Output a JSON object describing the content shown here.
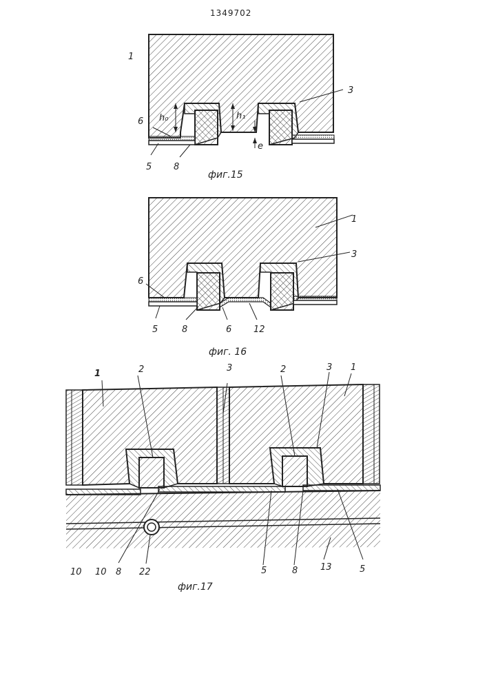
{
  "header": {
    "patent_number": "1349702"
  },
  "fig15": {
    "caption": "фиг.15",
    "labels": {
      "body": "1",
      "insert": "3",
      "layer_dotted": "6",
      "layer_base": "5",
      "core": "8",
      "h0": "h₀",
      "h1": "h₁",
      "e": "e"
    }
  },
  "fig16": {
    "caption": "фиг. 16",
    "labels": {
      "body": "1",
      "insert": "3",
      "layer_dotted": "6",
      "layer_base": "5",
      "core": "8",
      "layer_mid": "6",
      "strip": "12"
    }
  },
  "fig17": {
    "caption": "фиг.17",
    "labels": {
      "body_left": "1",
      "body_right": "1",
      "slot_left": "2",
      "slot_right": "2",
      "insert_mid": "3",
      "insert_right": "3",
      "base_left_a": "10",
      "base_left_b": "10",
      "core_left": "8",
      "pipe": "22",
      "layer_a": "5",
      "core_right": "8",
      "substrate": "13",
      "layer_b": "5"
    }
  }
}
